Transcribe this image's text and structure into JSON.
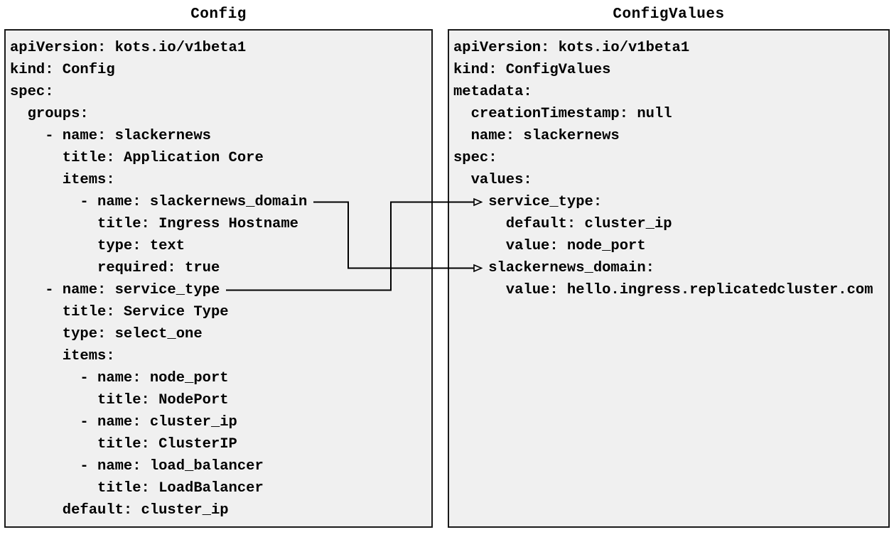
{
  "diagram": {
    "left_panel": {
      "title": "Config",
      "code_lines": [
        "apiVersion: kots.io/v1beta1",
        "kind: Config",
        "spec:",
        "  groups:",
        "    - name: slackernews",
        "      title: Application Core",
        "      items:",
        "        - name: slackernews_domain",
        "          title: Ingress Hostname",
        "          type: text",
        "          required: true",
        "    - name: service_type",
        "      title: Service Type",
        "      type: select_one",
        "      items:",
        "        - name: node_port",
        "          title: NodePort",
        "        - name: cluster_ip",
        "          title: ClusterIP",
        "        - name: load_balancer",
        "          title: LoadBalancer",
        "      default: cluster_ip"
      ]
    },
    "right_panel": {
      "title": "ConfigValues",
      "code_lines": [
        "apiVersion: kots.io/v1beta1",
        "kind: ConfigValues",
        "metadata:",
        "  creationTimestamp: null",
        "  name: slackernews",
        "spec:",
        "  values:",
        "    service_type:",
        "      default: cluster_ip",
        "      value: node_port",
        "    slackernews_domain:",
        "      value: hello.ingress.replicatedcluster.com"
      ]
    },
    "connections": [
      {
        "from": "Config item slackernews_domain",
        "to": "ConfigValues values.slackernews_domain"
      },
      {
        "from": "Config item service_type",
        "to": "ConfigValues values.service_type"
      }
    ],
    "colors": {
      "panel_fill": "#f0f0f0",
      "panel_border": "#1a1a1a",
      "text": "#000000",
      "arrow": "#000000"
    }
  }
}
